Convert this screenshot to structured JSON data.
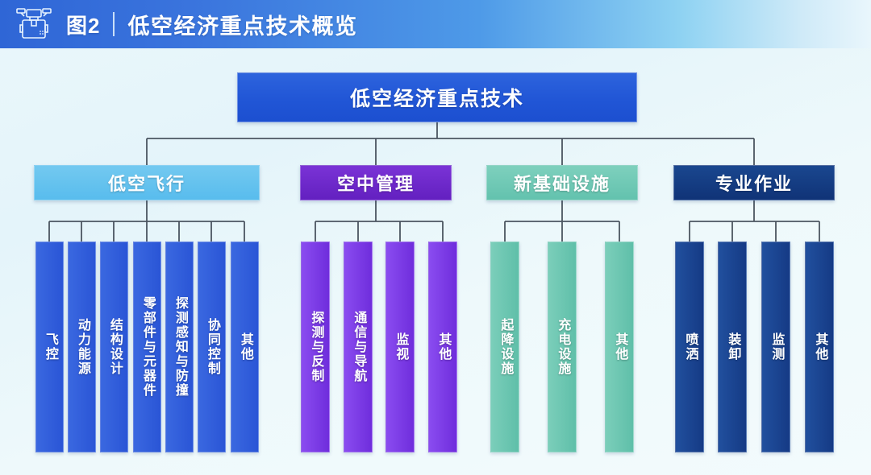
{
  "header": {
    "icon": "delivery-drone-icon",
    "figure_label": "图2",
    "title": "低空经济重点技术概览",
    "bg_start": "#2f66d6",
    "bg_end": "#e9f6fc"
  },
  "diagram": {
    "root": {
      "label": "低空经济重点技术",
      "color": "#2156d6"
    },
    "groups": [
      {
        "label": "低空飞行",
        "color": "#5fc0ee",
        "leaf_color": "#2b56d8",
        "leaves": [
          "飞控",
          "动力能源",
          "结构设计",
          "零部件与元器件",
          "探测感知与防撞",
          "协同控制",
          "其他"
        ]
      },
      {
        "label": "空中管理",
        "color": "#6a27c8",
        "leaf_color": "#7b3fe4",
        "leaves": [
          "探测与反制",
          "通信与导航",
          "监视",
          "其他"
        ]
      },
      {
        "label": "新基础设施",
        "color": "#6ec7b4",
        "leaf_color": "#65c4b2",
        "leaves": [
          "起降设施",
          "充电设施",
          "其他"
        ]
      },
      {
        "label": "专业作业",
        "color": "#143c87",
        "leaf_color": "#1b3f8f",
        "leaves": [
          "喷洒",
          "装卸",
          "监测",
          "其他"
        ]
      }
    ]
  }
}
